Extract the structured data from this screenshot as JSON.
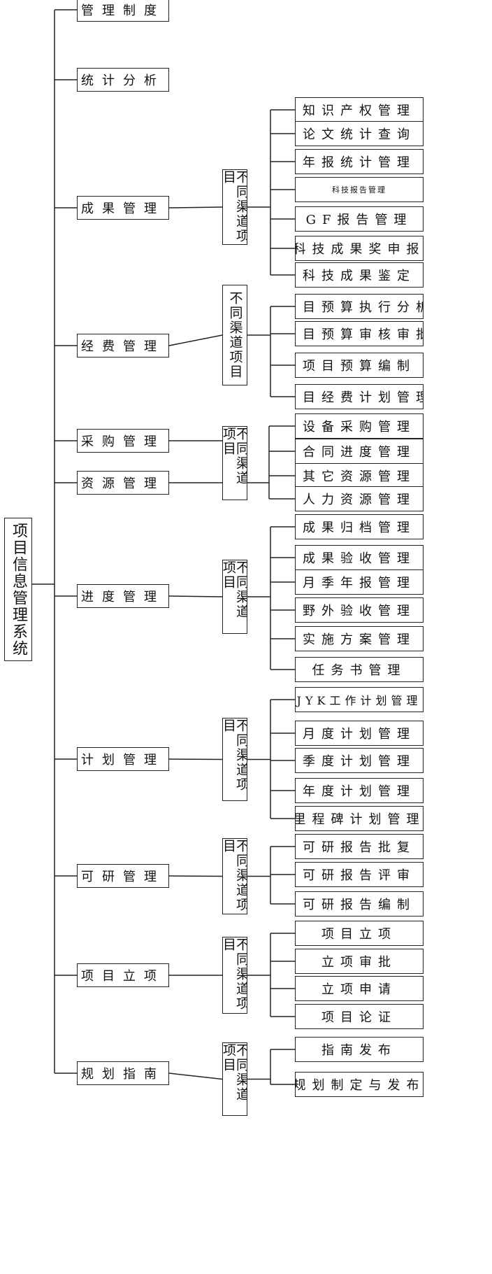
{
  "root": "项目信息管理系统",
  "modules": [
    {
      "label": "管理制度"
    },
    {
      "label": "统计分析"
    },
    {
      "label": "成果管理",
      "group": "不同渠道项目",
      "items": [
        "知识产权管理",
        "论文统计查询",
        "年报统计管理",
        "科技报告管理",
        "GF报告管理",
        "科技成果奖申报",
        "科技成果鉴定"
      ]
    },
    {
      "label": "经费管理",
      "group": "不同渠道项目",
      "items": [
        "项目预算执行分析",
        "项目预算审核审批",
        "项目预算编制",
        "项目经费计划管理"
      ]
    },
    {
      "label": "采购管理"
    },
    {
      "label": "资源管理",
      "group": "不同渠道项目",
      "items": [
        "设备采购管理",
        "合同进度管理",
        "其它资源管理",
        "人力资源管理"
      ]
    },
    {
      "label": "进度管理",
      "group": "不同渠道项目",
      "items": [
        "成果归档管理",
        "成果验收管理",
        "月季年报管理",
        "野外验收管理",
        "实施方案管理",
        "任务书管理"
      ]
    },
    {
      "label": "计划管理",
      "group": "不同渠道项目",
      "items": [
        "JYK工作计划管理",
        "月度计划管理",
        "季度计划管理",
        "年度计划管理",
        "里程碑计划管理"
      ]
    },
    {
      "label": "可研管理",
      "group": "不同渠道项目",
      "items": [
        "可研报告批复",
        "可研报告评审",
        "可研报告编制"
      ]
    },
    {
      "label": "项目立项",
      "group": "不同渠道项目",
      "items": [
        "项目立项",
        "立项审批",
        "立项申请",
        "项目论证"
      ]
    },
    {
      "label": "规划指南",
      "group": "不同渠道项目",
      "items": [
        "指南发布",
        "规划制定与发布"
      ]
    }
  ]
}
